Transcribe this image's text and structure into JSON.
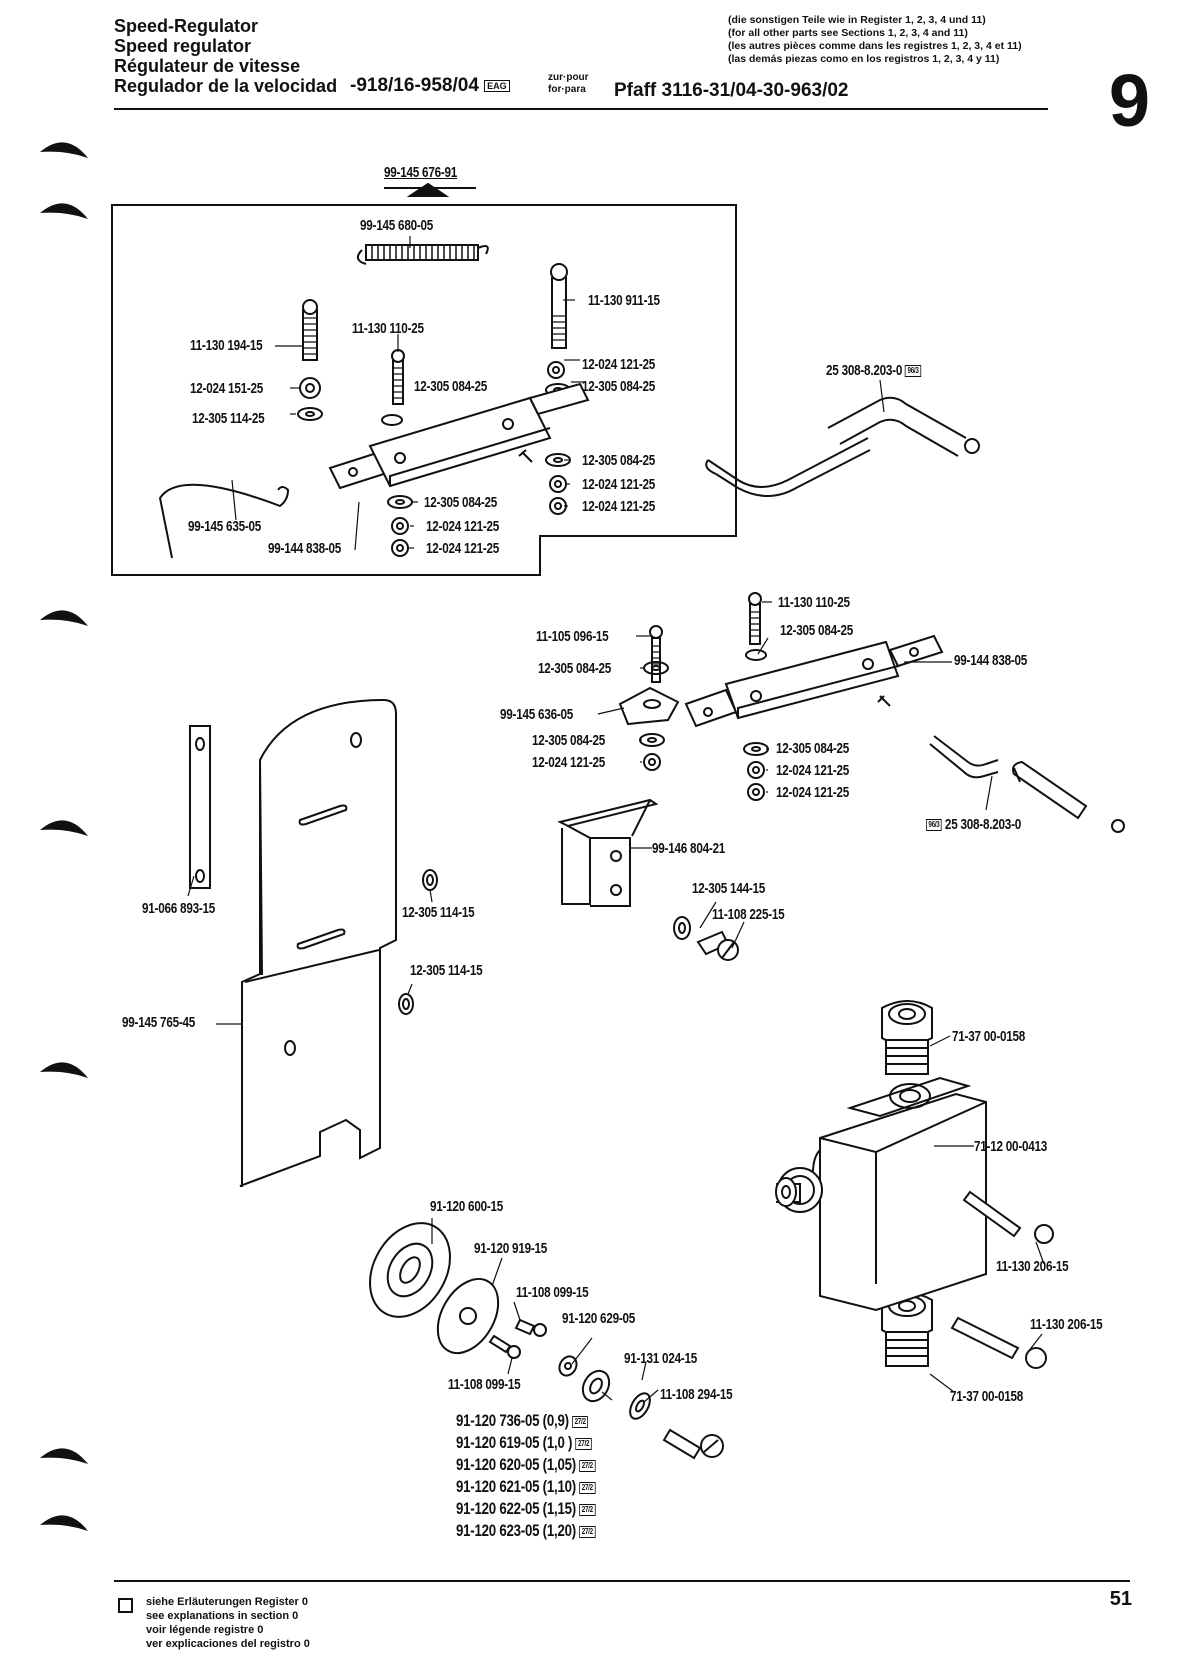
{
  "header": {
    "titles": [
      "Speed-Regulator",
      "Speed regulator",
      "Régulateur de vitesse",
      "Regulador de la velocidad"
    ],
    "model_number": "-918/16-958/04",
    "eag_badge": "EAG",
    "zur_pour": "zur·pour",
    "for_para": "for·para",
    "machine": "Pfaff 3116-31/04-30-963/02",
    "notes": [
      "(die sonstigen Teile wie in Register 1, 2, 3, 4 und 11)",
      "(for all other parts see Sections 1, 2, 3, 4 and 11)",
      "(les autres pièces comme dans les registres 1, 2, 3, 4 et 11)",
      "(las demás piezas como en los registros 1, 2, 3, 4 y 11)"
    ],
    "register": "9"
  },
  "labels": {
    "l01": "99-145 676-91",
    "l02": "99-145 680-05",
    "l03": "11-130 911-15",
    "l04": "11-130 194-15",
    "l05": "11-130 110-25",
    "l06": "12-024 121-25",
    "l07": "12-305 084-25",
    "l08": "12-024 151-25",
    "l09": "12-305 084-25",
    "l10": "12-305 114-25",
    "l11": "25 308-8.203-0",
    "l12": "12-305 084-25",
    "l13": "12-024 121-25",
    "l14": "12-305 084-25",
    "l15": "12-024 121-25",
    "l16": "99-145 635-05",
    "l17": "12-024 121-25",
    "l18": "99-144 838-05",
    "l19": "12-024 121-25",
    "l20": "11-130 110-25",
    "l21": "11-105 096-15",
    "l22": "12-305 084-25",
    "l23": "12-305 084-25",
    "l24": "99-144 838-05",
    "l25": "99-145 636-05",
    "l26": "12-305 084-25",
    "l27": "12-305 084-25",
    "l28": "12-024 121-25",
    "l29": "12-024 121-25",
    "l30": "12-024 121-25",
    "l31": "25 308-8.203-0",
    "l32": "99-146 804-21",
    "l33": "91-066 893-15",
    "l34": "12-305 114-15",
    "l35": "12-305 144-15",
    "l36": "11-108 225-15",
    "l37": "12-305 114-15",
    "l38": "99-145 765-45",
    "l39": "71-37 00-0158",
    "l40": "71-12 00-0413",
    "l41": "91-120 600-15",
    "l42": "11-130 206-15",
    "l43": "91-120 919-15",
    "l44": "11-108 099-15",
    "l45": "91-120 629-05",
    "l46": "11-130 206-15",
    "l47": "91-131 024-15",
    "l48": "11-108 099-15",
    "l49": "11-108 294-15",
    "l50": "71-37 00-0158"
  },
  "shim_list": [
    {
      "part": "91-120 736-05 (0,9)",
      "code": "27/2"
    },
    {
      "part": "91-120 619-05 (1,0 )",
      "code": "27/2"
    },
    {
      "part": "91-120 620-05 (1,05)",
      "code": "27/2"
    },
    {
      "part": "91-120 621-05 (1,10)",
      "code": "27/2"
    },
    {
      "part": "91-120 622-05 (1,15)",
      "code": "27/2"
    },
    {
      "part": "91-120 623-05 (1,20)",
      "code": "27/2"
    }
  ],
  "codes": {
    "hose_top": "96/3",
    "hose_right": "96/3"
  },
  "footer": {
    "notes": [
      "siehe Erläuterungen Register 0",
      "see explanations in section 0",
      "voir légende registre 0",
      "ver explicaciones del registro 0"
    ],
    "page": "51"
  }
}
